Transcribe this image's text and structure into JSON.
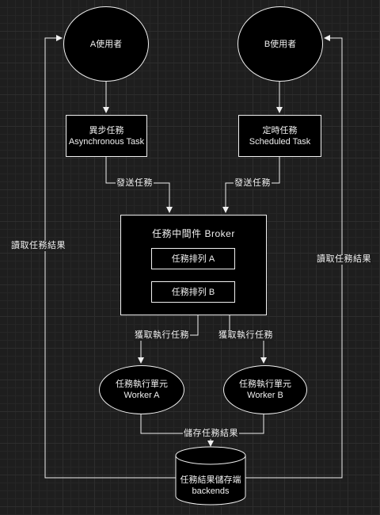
{
  "nodes": {
    "user_a": "A使用者",
    "user_b": "B使用者",
    "async_task": {
      "line1": "異步任務",
      "line2": "Asynchronous Task"
    },
    "scheduled_task": {
      "line1": "定時任務",
      "line2": "Scheduled Task"
    },
    "broker": "任務中間件 Broker",
    "queue_a": "任務排列 A",
    "queue_b": "任務排列 B",
    "worker_a": {
      "line1": "任務執行單元",
      "line2": "Worker A"
    },
    "worker_b": {
      "line1": "任務執行單元",
      "line2": "Worker B"
    },
    "backends": {
      "line1": "任務結果儲存端",
      "line2": "backends"
    }
  },
  "edges": {
    "send_left": "發送任務",
    "send_right": "發送任務",
    "fetch_left": "獲取執行任務",
    "fetch_right": "獲取執行任務",
    "store": "儲存任務結果",
    "read_left": "讀取任務結果",
    "read_right": "讀取任務結果"
  },
  "colors": {
    "background": "#1e1e1e",
    "stroke": "#f0f0f0",
    "fill": "#000000"
  }
}
